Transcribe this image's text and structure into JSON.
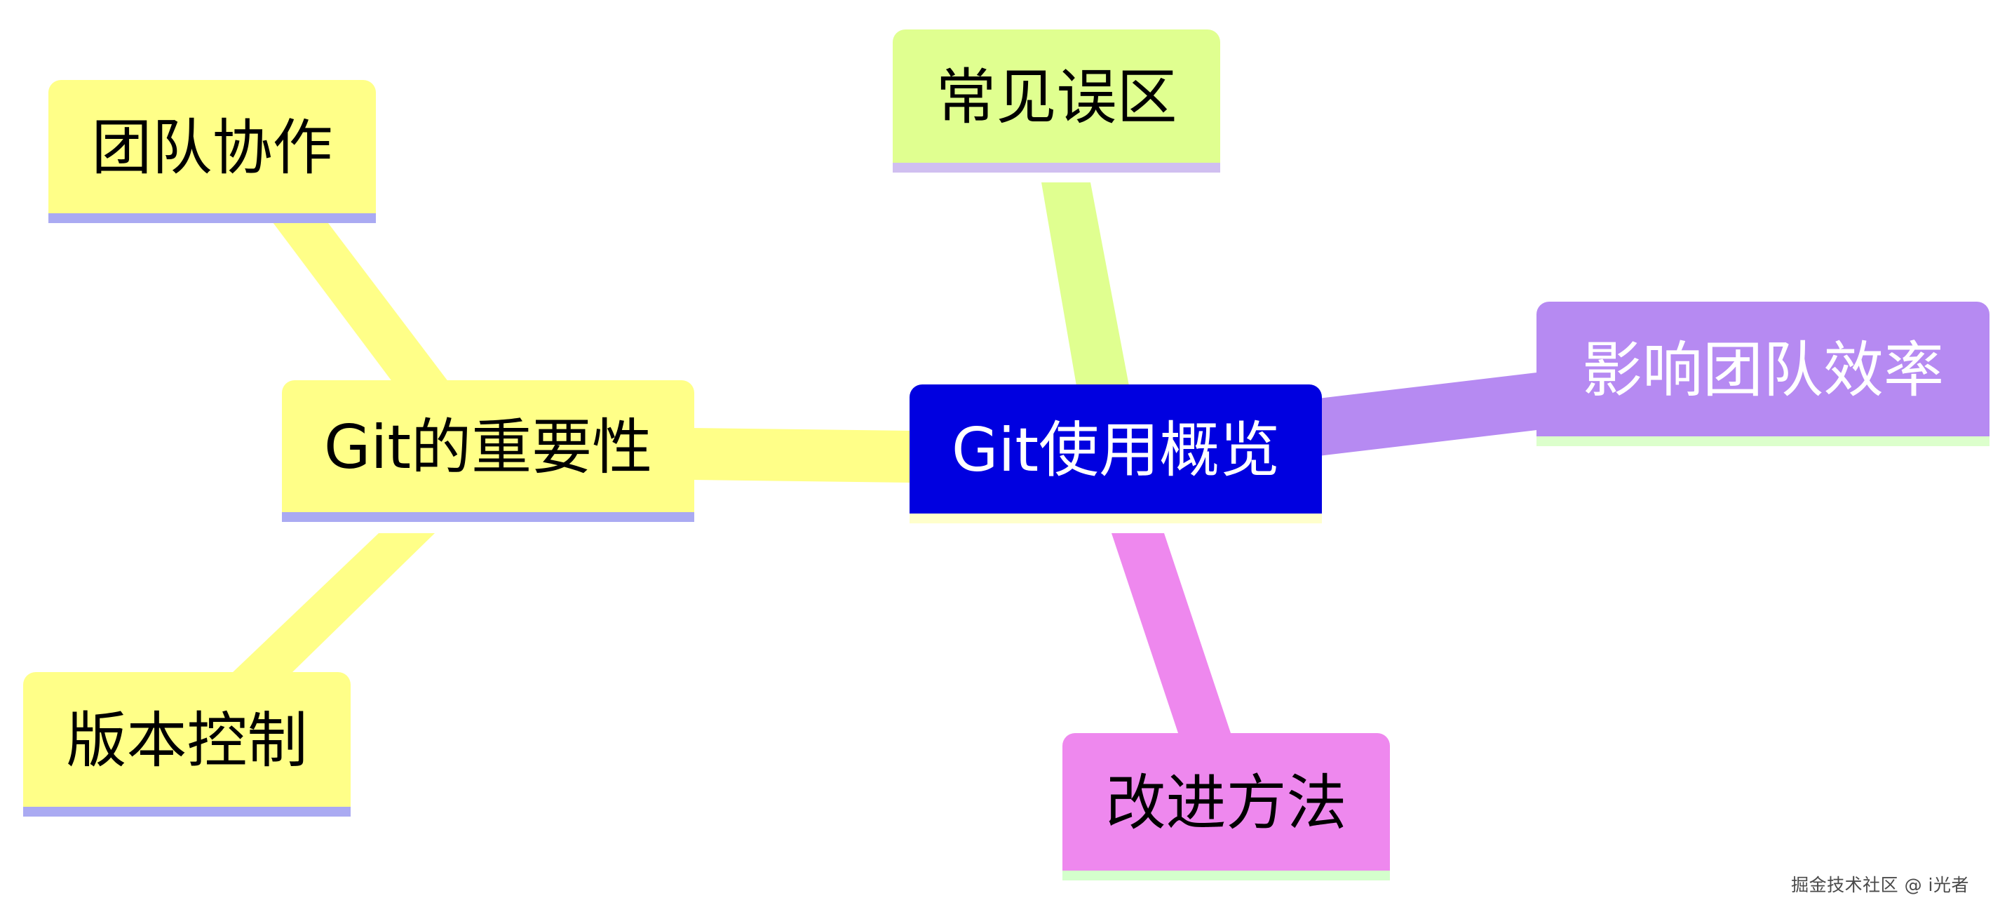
{
  "diagram": {
    "type": "mindmap",
    "root": {
      "id": "root",
      "label": "Git使用概览",
      "fill": "#0000e0",
      "text_color": "#ffffff",
      "underline": "#ffffcc"
    },
    "nodes": [
      {
        "id": "importance",
        "label": "Git的重要性",
        "parent": "root",
        "fill": "#ffff88",
        "text_color": "#000000",
        "underline": "#aaaaf2",
        "branch_color": "#ffff88"
      },
      {
        "id": "teamwork",
        "label": "团队协作",
        "parent": "importance",
        "fill": "#ffff88",
        "text_color": "#000000",
        "underline": "#aaaaf2",
        "branch_color": "#ffff88"
      },
      {
        "id": "version-control",
        "label": "版本控制",
        "parent": "importance",
        "fill": "#ffff88",
        "text_color": "#000000",
        "underline": "#aaaaf2",
        "branch_color": "#ffff88"
      },
      {
        "id": "common-mistakes",
        "label": "常见误区",
        "parent": "root",
        "fill": "#e0ff90",
        "text_color": "#000000",
        "underline": "#d0bff0",
        "branch_color": "#e0ff90"
      },
      {
        "id": "team-efficiency",
        "label": "影响团队效率",
        "parent": "root",
        "fill": "#b68af2",
        "text_color": "#ffffff",
        "underline": "#dcffcc",
        "branch_color": "#b68af2"
      },
      {
        "id": "improvement",
        "label": "改进方法",
        "parent": "root",
        "fill": "#ee88ee",
        "text_color": "#000000",
        "underline": "#d4ffcc",
        "branch_color": "#ee88ee"
      }
    ]
  },
  "watermark": "掘金技术社区 @ i光者"
}
